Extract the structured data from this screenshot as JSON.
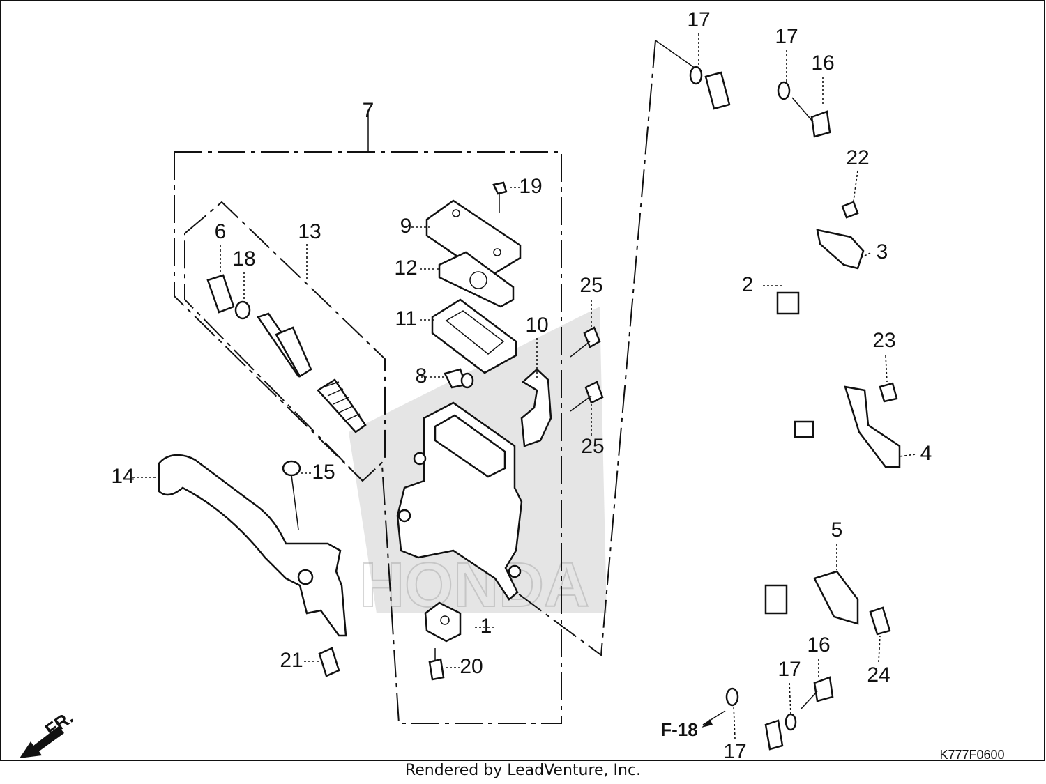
{
  "diagram": {
    "callouts": {
      "c1": "1",
      "c2": "2",
      "c3": "3",
      "c4": "4",
      "c5": "5",
      "c6": "6",
      "c7": "7",
      "c8": "8",
      "c9": "9",
      "c10": "10",
      "c11": "11",
      "c12": "12",
      "c13": "13",
      "c14": "14",
      "c15": "15",
      "c16a": "16",
      "c16b": "16",
      "c17a": "17",
      "c17b": "17",
      "c17c": "17",
      "c17d": "17",
      "c18": "18",
      "c19": "19",
      "c20": "20",
      "c21": "21",
      "c22": "22",
      "c23": "23",
      "c24": "24",
      "c25a": "25",
      "c25b": "25"
    },
    "reference": "F-18",
    "direction": "FR.",
    "watermark": "HONDA",
    "drawing_code": "K777F0600",
    "footer": "Rendered by LeadVenture, Inc."
  }
}
